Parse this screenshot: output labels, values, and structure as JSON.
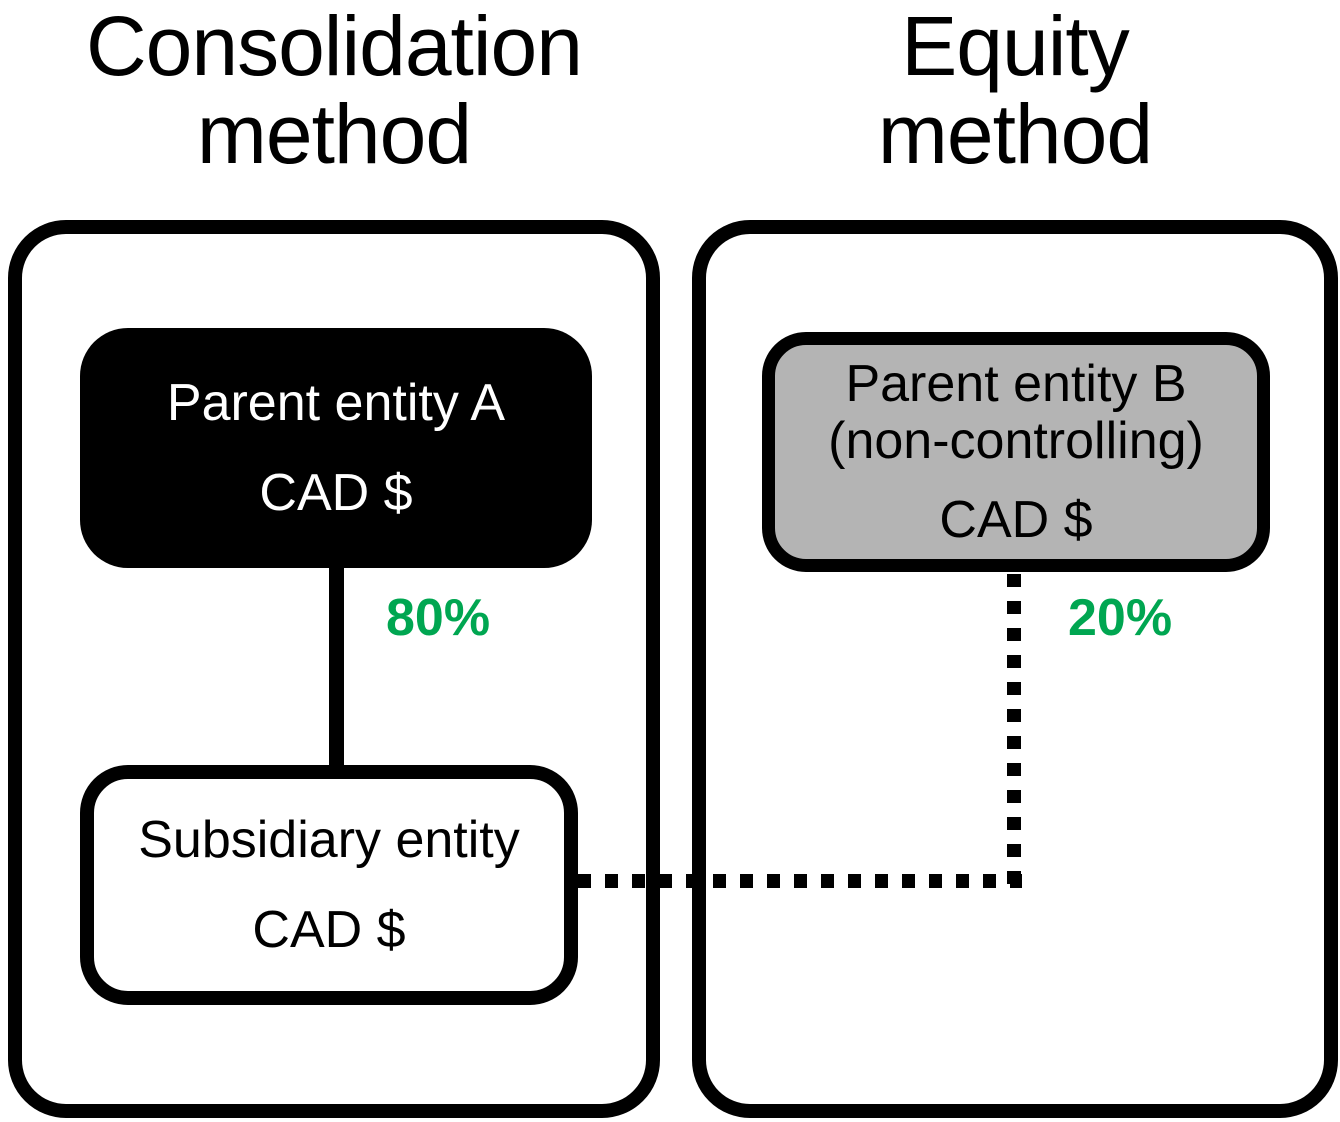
{
  "left_panel": {
    "title": "Consolidation\nmethod",
    "parent_box": {
      "name": "Parent entity A",
      "currency": "CAD $"
    },
    "ownership_label": "80%",
    "subsidiary_box": {
      "name": "Subsidiary entity",
      "currency": "CAD $"
    }
  },
  "right_panel": {
    "title": "Equity\nmethod",
    "parent_box": {
      "name": "Parent entity B\n(non-controlling)",
      "currency": "CAD $"
    },
    "ownership_label": "20%"
  },
  "connectors": {
    "consolidation_link_style": "solid",
    "equity_link_style": "dashed"
  },
  "colors": {
    "ownership_label_green": "#00A651",
    "parent_a_fill": "#000000",
    "parent_a_text": "#ffffff",
    "parent_b_fill": "#b4b4b4",
    "outline_black": "#000000",
    "background": "#ffffff"
  }
}
